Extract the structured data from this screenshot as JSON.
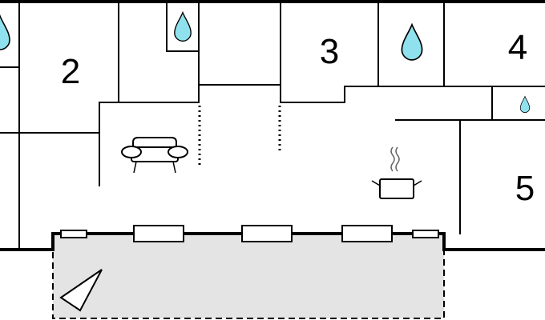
{
  "floor_plan": {
    "rooms": [
      {
        "id": "room-2",
        "label": "2"
      },
      {
        "id": "room-3",
        "label": "3"
      },
      {
        "id": "room-4",
        "label": "4"
      },
      {
        "id": "room-5",
        "label": "5"
      }
    ],
    "symbols": {
      "bathroom": "water-drop-icon",
      "living_area": "sofa-icon",
      "kitchen": "cooking-pot-icon",
      "terrace": "triangle-icon"
    },
    "colors": {
      "wall": "#000000",
      "water_drop_fill": "#8fe1ee",
      "terrace_fill": "#e4e4e4",
      "background": "#ffffff"
    }
  }
}
